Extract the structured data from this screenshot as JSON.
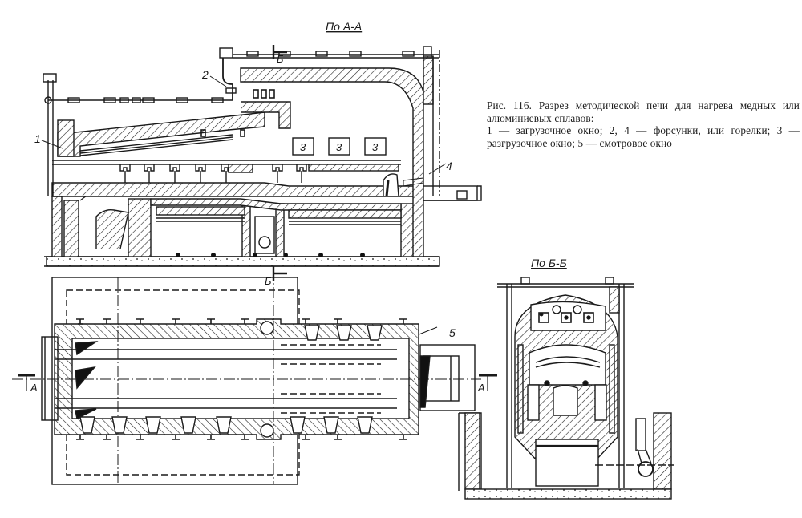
{
  "figure": {
    "number": "116",
    "caption_title": "Рис. 116. Разрез методической печи для нагрева медных или алюминиевых сплавов:",
    "legend_line_1": "1 — загрузочное окно; 2, 4 — форсунки, или горелки; 3 — разгрузочное окно; 5 — смотровое окно",
    "legend": [
      {
        "num": "1",
        "text": "загрузочное окно"
      },
      {
        "num": "2, 4",
        "text": "форсунки, или горелки"
      },
      {
        "num": "3",
        "text": "разгрузочное окно"
      },
      {
        "num": "5",
        "text": "смотровое окно"
      }
    ]
  },
  "views": {
    "section_aa_title": "По А-А",
    "section_bb_title": "По Б-Б"
  },
  "callouts": {
    "c1": "1",
    "c2": "2",
    "c3a": "3",
    "c3b": "3",
    "c3c": "3",
    "c4": "4",
    "c5": "5"
  },
  "section_marks": {
    "b_top": "Б",
    "b_mid": "Б",
    "a_left": "А",
    "a_right": "А"
  }
}
